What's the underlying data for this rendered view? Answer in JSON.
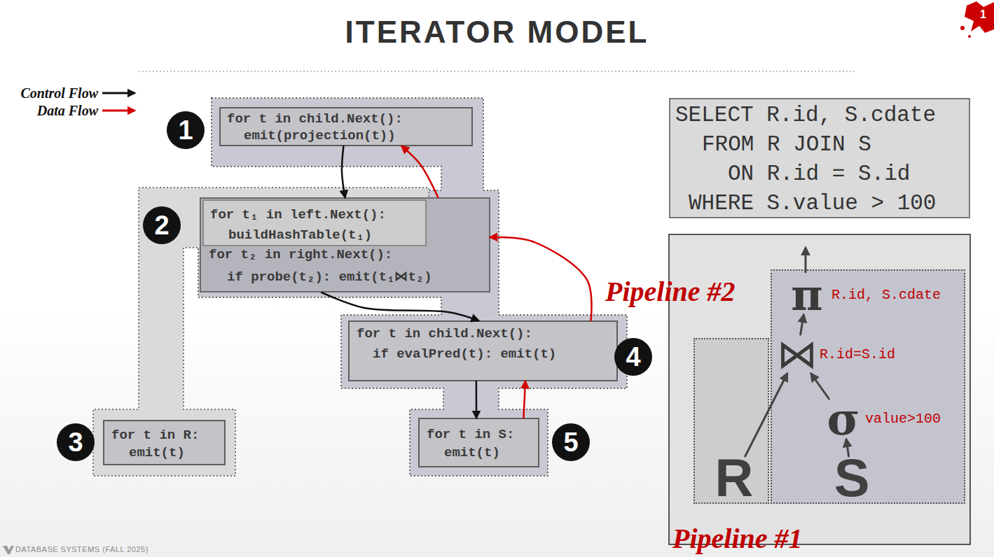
{
  "diagram": {
    "title": "ITERATOR MODEL",
    "nodes": [
      {
        "text": [
          "for t in child.Next():",
          "emit(projection(t))"
        ]
      },
      {
        "text": [
          "for t₂ in right.Next():",
          "if probe(t₂): emit(t₁⋈t₂)"
        ]
      },
      {
        "text": [
          "for t₁ in left.Next():",
          "buildHashTable(t₁)"
        ],
        "in": 1
      },
      {
        "text": [
          "for t in child.Next():",
          "if evalPred(t): emit(t)"
        ]
      },
      {
        "text": [
          "for t in R:",
          "emit(t)"
        ]
      },
      {
        "text": [
          "for t in S:",
          "emit(t)"
        ]
      },
      {
        "text": [
          "SELECT R.id, S.cdate",
          "FROM R JOIN S",
          "ON R.id = S.id",
          "WHERE S.value > 100"
        ]
      },
      {
        "text": [
          "Pipeline #2"
        ]
      },
      {
        "text": [
          "π",
          "R.id, S.cdate"
        ],
        "in": 7
      },
      {
        "text": [
          "⋈",
          "R.id=S.id"
        ],
        "in": 7
      },
      {
        "text": [
          "σ",
          "value>100"
        ],
        "in": 7
      },
      {
        "text": [
          "S"
        ],
        "in": 7
      },
      {
        "text": [
          "Pipeline #1"
        ]
      },
      {
        "text": [
          "R"
        ],
        "in": 12
      }
    ],
    "edges": [
      {
        "from": 0,
        "to": 1,
        "arrow": "to"
      },
      {
        "from": 1,
        "to": 3,
        "arrow": "to"
      },
      {
        "from": 3,
        "to": 5,
        "arrow": "to"
      },
      {
        "from": 5,
        "to": 3,
        "arrow": "to"
      },
      {
        "from": 3,
        "to": 1,
        "arrow": "to"
      },
      {
        "from": 1,
        "to": 0,
        "arrow": "to"
      },
      {
        "from": 13,
        "to": 9,
        "arrow": "to"
      },
      {
        "from": 11,
        "to": 10,
        "arrow": "to"
      },
      {
        "from": 10,
        "to": 9,
        "arrow": "to"
      },
      {
        "from": 9,
        "to": 8,
        "arrow": "to"
      }
    ],
    "labels": [
      "1",
      "1",
      "2",
      "4",
      "3",
      "5",
      "DATABASE SYSTEMS (FALL 2025)"
    ],
    "legend": [
      {
        "text": "Control Flow"
      },
      {
        "text": "Data Flow"
      }
    ]
  }
}
